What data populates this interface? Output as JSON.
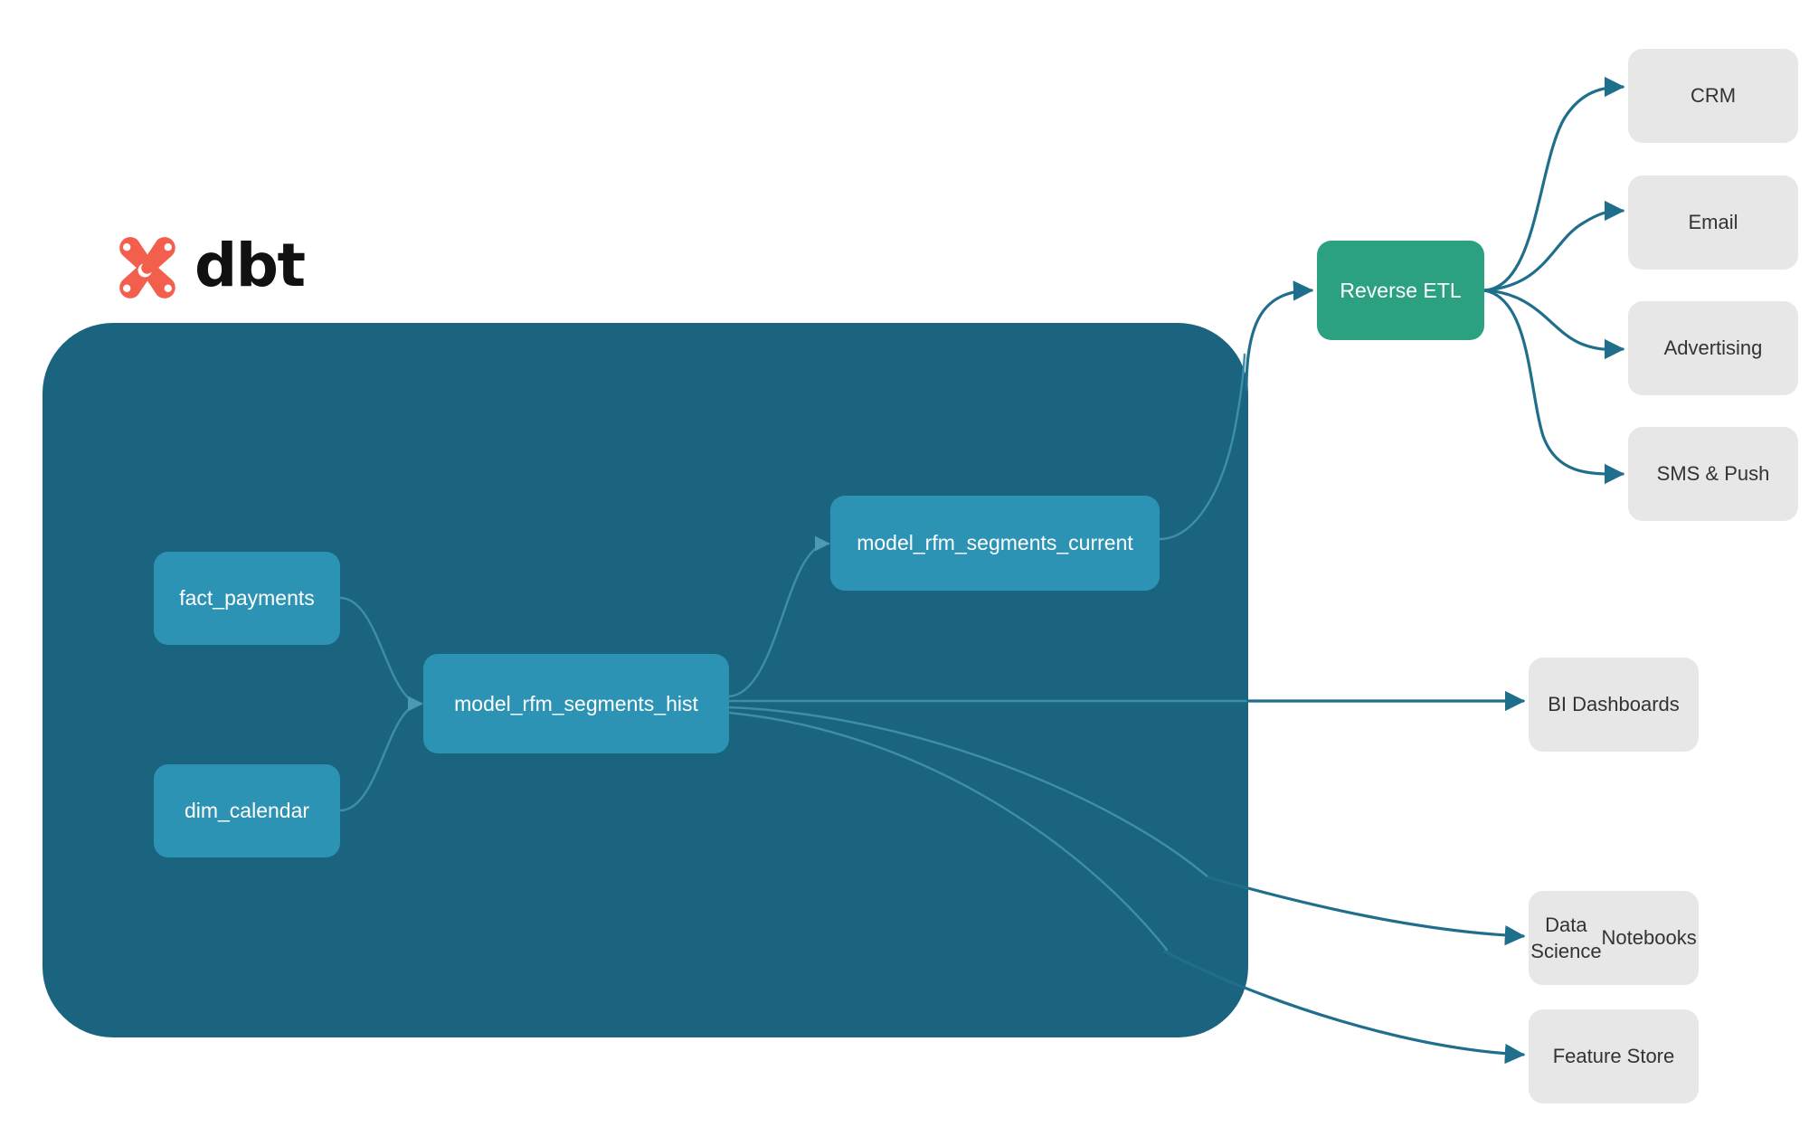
{
  "brand": {
    "logo_name": "dbt-logo",
    "wordmark": "dbt",
    "logo_color": "#f2604d"
  },
  "colors": {
    "warehouse_bg": "#1a6480",
    "model_node": "#2d93b4",
    "reverse_etl": "#2ba181",
    "destination": "#e7e7e7",
    "edge": "#1f6e8c",
    "inner_edge": "#3f8fa8",
    "page_bg": "#ffffff"
  },
  "warehouse": {
    "name": "dbt-warehouse-container",
    "models": [
      {
        "id": "fact_payments",
        "label": "fact_payments"
      },
      {
        "id": "dim_calendar",
        "label": "dim_calendar"
      },
      {
        "id": "model_rfm_segments_hist",
        "label": "model_rfm_segments_hist"
      },
      {
        "id": "model_rfm_segments_current",
        "label": "model_rfm_segments_current"
      }
    ]
  },
  "activation": {
    "reverse_etl_label": "Reverse ETL"
  },
  "destinations": {
    "reverse_etl_targets": [
      {
        "id": "crm",
        "label": "CRM"
      },
      {
        "id": "email",
        "label": "Email"
      },
      {
        "id": "advertising",
        "label": "Advertising"
      },
      {
        "id": "sms_push",
        "label": "SMS & Push"
      }
    ],
    "direct_targets": [
      {
        "id": "bi_dashboards",
        "label": "BI Dashboards"
      },
      {
        "id": "ds_notebooks",
        "label": "Data Science\nNotebooks",
        "line1": "Data Science",
        "line2": "Notebooks"
      },
      {
        "id": "feature_store",
        "label": "Feature Store"
      }
    ]
  },
  "edges": [
    {
      "from": "fact_payments",
      "to": "model_rfm_segments_hist"
    },
    {
      "from": "dim_calendar",
      "to": "model_rfm_segments_hist"
    },
    {
      "from": "model_rfm_segments_hist",
      "to": "model_rfm_segments_current"
    },
    {
      "from": "model_rfm_segments_current",
      "to": "reverse_etl"
    },
    {
      "from": "model_rfm_segments_hist",
      "to": "bi_dashboards"
    },
    {
      "from": "model_rfm_segments_hist",
      "to": "ds_notebooks"
    },
    {
      "from": "model_rfm_segments_hist",
      "to": "feature_store"
    },
    {
      "from": "reverse_etl",
      "to": "crm"
    },
    {
      "from": "reverse_etl",
      "to": "email"
    },
    {
      "from": "reverse_etl",
      "to": "advertising"
    },
    {
      "from": "reverse_etl",
      "to": "sms_push"
    }
  ]
}
